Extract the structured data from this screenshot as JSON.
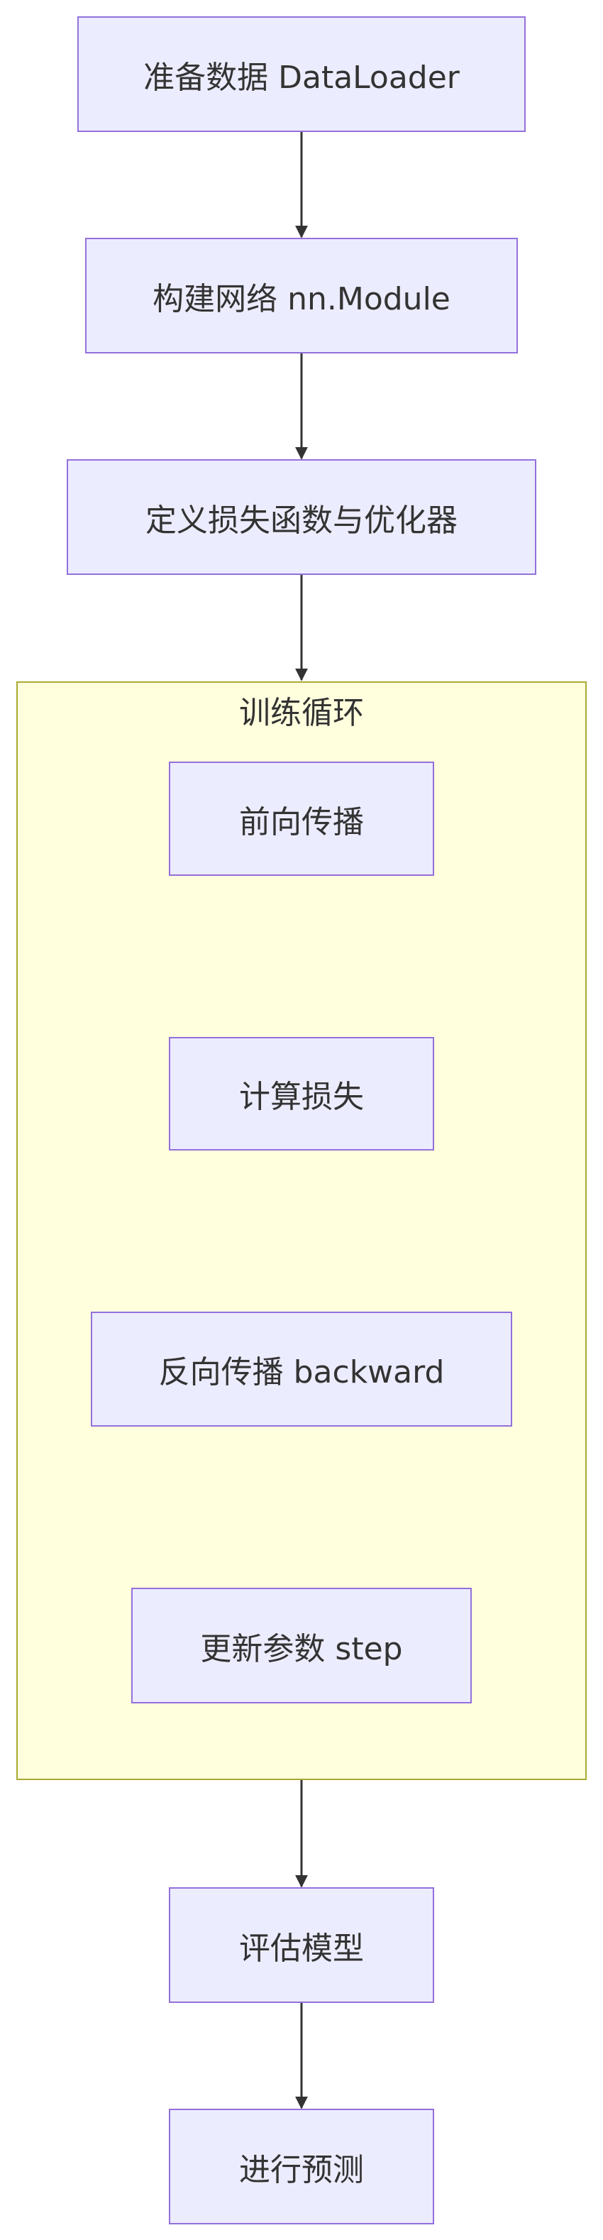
{
  "diagram": {
    "nodes": {
      "prepare_data": "准备数据 DataLoader",
      "build_network": "构建网络 nn.Module",
      "define_loss_optimizer": "定义损失函数与优化器",
      "forward": "前向传播",
      "compute_loss": "计算损失",
      "backward": "反向传播 backward",
      "update_params": "更新参数 step",
      "evaluate": "评估模型",
      "predict": "进行预测"
    },
    "cluster": {
      "title": "训练循环"
    }
  },
  "colors": {
    "node_fill": "#ececff",
    "node_border": "#9370db",
    "cluster_fill": "#ffffde",
    "cluster_border": "#aaaa33",
    "edge": "#333333",
    "text": "#333333"
  }
}
